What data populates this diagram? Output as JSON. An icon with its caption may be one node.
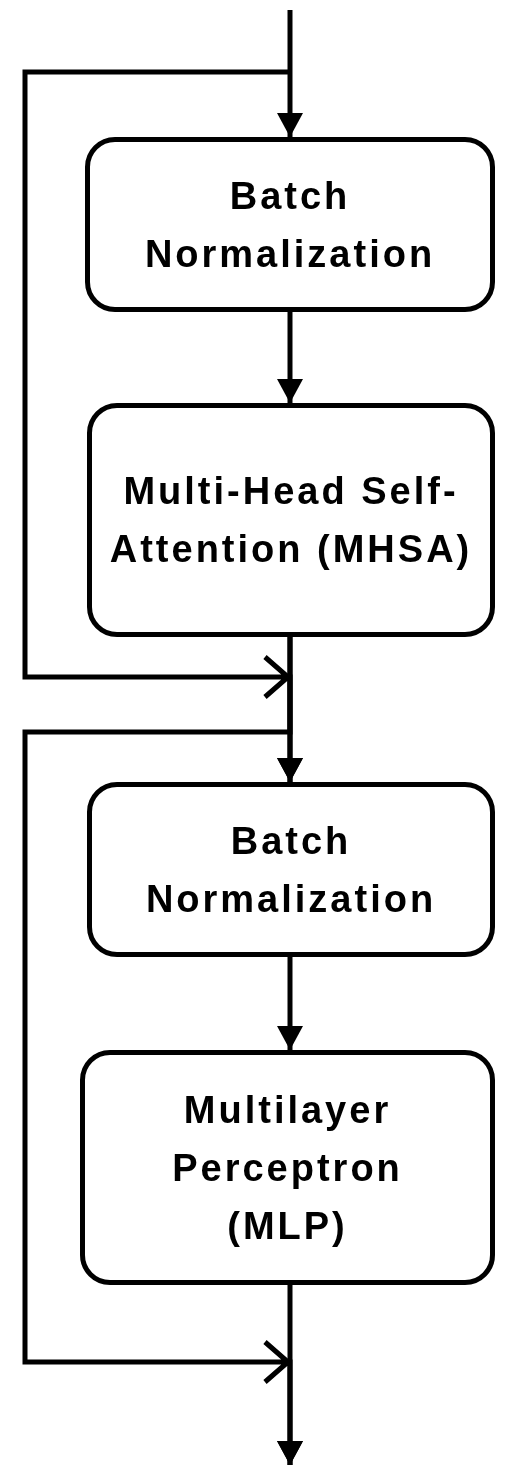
{
  "diagram": {
    "nodes": [
      {
        "text": [
          "Batch Normalization"
        ]
      },
      {
        "text": [
          "Multi-Head Self-Attention (MHSA)"
        ]
      },
      {
        "text": [
          "Batch Normalization"
        ]
      },
      {
        "text": [
          "Multilayer Perceptron (MLP)"
        ]
      }
    ],
    "edges": [
      {
        "from": null,
        "to": 0,
        "arrow": "to"
      },
      {
        "from": 0,
        "to": 1,
        "arrow": "to"
      },
      {
        "from": null,
        "to": 2,
        "arrow": "to"
      },
      {
        "from": 1,
        "to": 2,
        "arrow": "to"
      },
      {
        "from": 2,
        "to": 3,
        "arrow": "to"
      },
      {
        "from": 1,
        "to": null,
        "arrow": "to"
      },
      {
        "from": 3,
        "to": null,
        "arrow": "to"
      }
    ]
  }
}
